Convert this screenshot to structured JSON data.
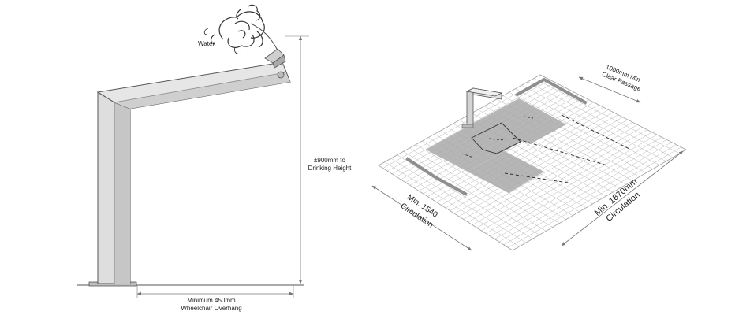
{
  "labels": {
    "water": "Water",
    "drinking_height_line1": "±900mm to",
    "drinking_height_line2": "Drinking Height",
    "overhang_line1": "Minimum 450mm",
    "overhang_line2": "Wheelchair Overhang",
    "clear_passage_line1": "1000mm Min.",
    "clear_passage_line2": "Clear Passage",
    "circ_1540_line1": "Min. 1540",
    "circ_1540_line2": "Circulation",
    "circ_1870_line1": "Min. 1870mm",
    "circ_1870_line2": "Circulation"
  },
  "colors": {
    "post_light": "#e4e4e4",
    "post_mid": "#cfcfcf",
    "post_dark": "#a9a9a9",
    "outline": "#555555",
    "grid_line": "#b5b5b5",
    "zone_fill": "#a8a8a8",
    "dimension_line": "#777777"
  }
}
